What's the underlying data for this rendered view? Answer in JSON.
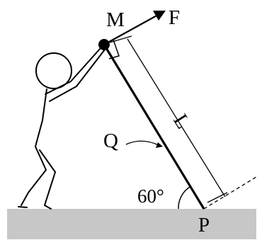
{
  "labels": {
    "top_point": "M",
    "force": "F",
    "length": "L",
    "pole": "Q",
    "base_point": "P",
    "angle": "60°"
  },
  "colors": {
    "ground": "#c7c7c7",
    "ink": "#000000",
    "background": "#ffffff"
  }
}
